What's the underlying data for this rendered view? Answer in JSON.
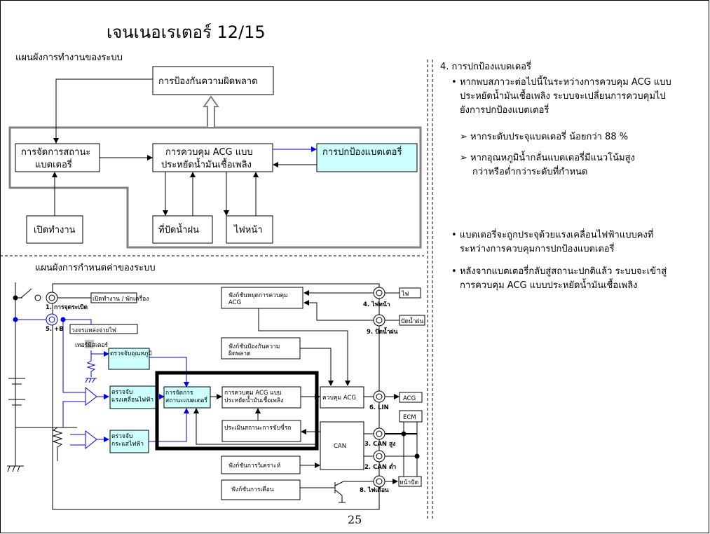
{
  "title": "เจนเนอเรเตอร์ 12/15",
  "page_number": "25",
  "top_diagram": {
    "heading": "แผนผังการทำงานของระบบ",
    "error_prevention": "การป้องกันความผิดพลาด",
    "battery_mgmt": [
      "การจัดการสถานะ",
      "แบตเตอรี่"
    ],
    "acg_control": [
      "การควบคุม ACG แบบ",
      "ประหยัดน้ำมันเชื้อเพลิง"
    ],
    "battery_protect": "การปกป้องแบตเตอรี่",
    "ignition": "เปิดทำงาน",
    "wiper": "ที่ปัดน้ำฝน",
    "headlight": "ไฟหน้า"
  },
  "bottom_diagram": {
    "heading": "แผนผังการกำหนดค่าของระบบ",
    "on_off": "เปิดทำงาน / พักเครื่อง",
    "t1": "1. การจุดระเบิด",
    "t5": "5. +B",
    "power_circuit": "วงจรแหล่งจ่ายไฟ",
    "thermistor": "เทอร์มิสเตอร์",
    "temp_detect": "ตรวจจับอุณหภูมิ",
    "volt_detect": [
      "ตรวจจับ",
      "แรงเคลื่อนไฟฟ้า"
    ],
    "curr_detect": [
      "ตรวจจับ",
      "กระแสไฟฟ้า"
    ],
    "batt_mgmt": [
      "การจัดการ",
      "สถานะแบตเตอรี่"
    ],
    "acg_eco": [
      "การควบคุม ACG แบบ",
      "ประหยัดน้ำมันเชื้อเพลิง"
    ],
    "driving_eval": "ประเมินสถานะการขับขี่รถ",
    "acg_stop": [
      "ฟังก์ชันหยุดการควบคุม",
      "ACG"
    ],
    "fail_safe": [
      "ฟังก์ชันป้องกันความ",
      "ผิดพลาด"
    ],
    "acg_ctrl": "ควบคุม ACG",
    "can": "CAN",
    "diag": "ฟังก์ชันการวิเคราะห์",
    "warning": "ฟังก์ชันการเตือน",
    "t4": "4. ไฟหน้า",
    "t9": "9. ปัดน้ำฝน",
    "t6": "6. LIN",
    "t3": "3. CAN สูง",
    "t2": "2. CAN ต่ำ",
    "t8": "8. ไฟเตือน",
    "ext_light": "ไฟ",
    "ext_wiper": "ปัดน้ำฝน",
    "ext_acg": "ACG",
    "ext_ecm": "ECM",
    "ext_meter": "หน้าปัด"
  },
  "right": {
    "heading": "4. การปกป้องแบตเตอรี่",
    "b1": [
      "หากพบสภาวะต่อไปนี้ในระหว่างการควบคุม ACG แบบ",
      "ประหยัดน้ำมันเชื้อเพลิง ระบบจะเปลี่ยนการควบคุมไป",
      "ยังการปกป้องแบตเตอรี่"
    ],
    "c1": "หากระดับประจุแบตเตอรี่ น้อยกว่า 88 %",
    "c2": [
      "หากอุณหภูมิน้ำกลั่นแบตเตอรี่มีแนวโน้มสูง",
      "กว่าหรือต่ำกว่าระดับที่กำหนด"
    ],
    "b2": [
      "แบตเตอรี่จะถูกประจุด้วยแรงเคลื่อนไฟฟ้าแบบคงที่",
      "ระหว่างการควบคุมการปกป้องแบตเตอรี่"
    ],
    "b3": [
      "หลังจากแบตเตอรี่กลับสู่สถานะปกติแล้ว ระบบจะเข้าสู่",
      "การควบคุม ACG แบบประหยัดน้ำมันเชื้อเพลิง"
    ]
  },
  "colors": {
    "accent_blue": "#0000ff",
    "box_fill": "#ccffff",
    "frame_grey": "#808080"
  }
}
